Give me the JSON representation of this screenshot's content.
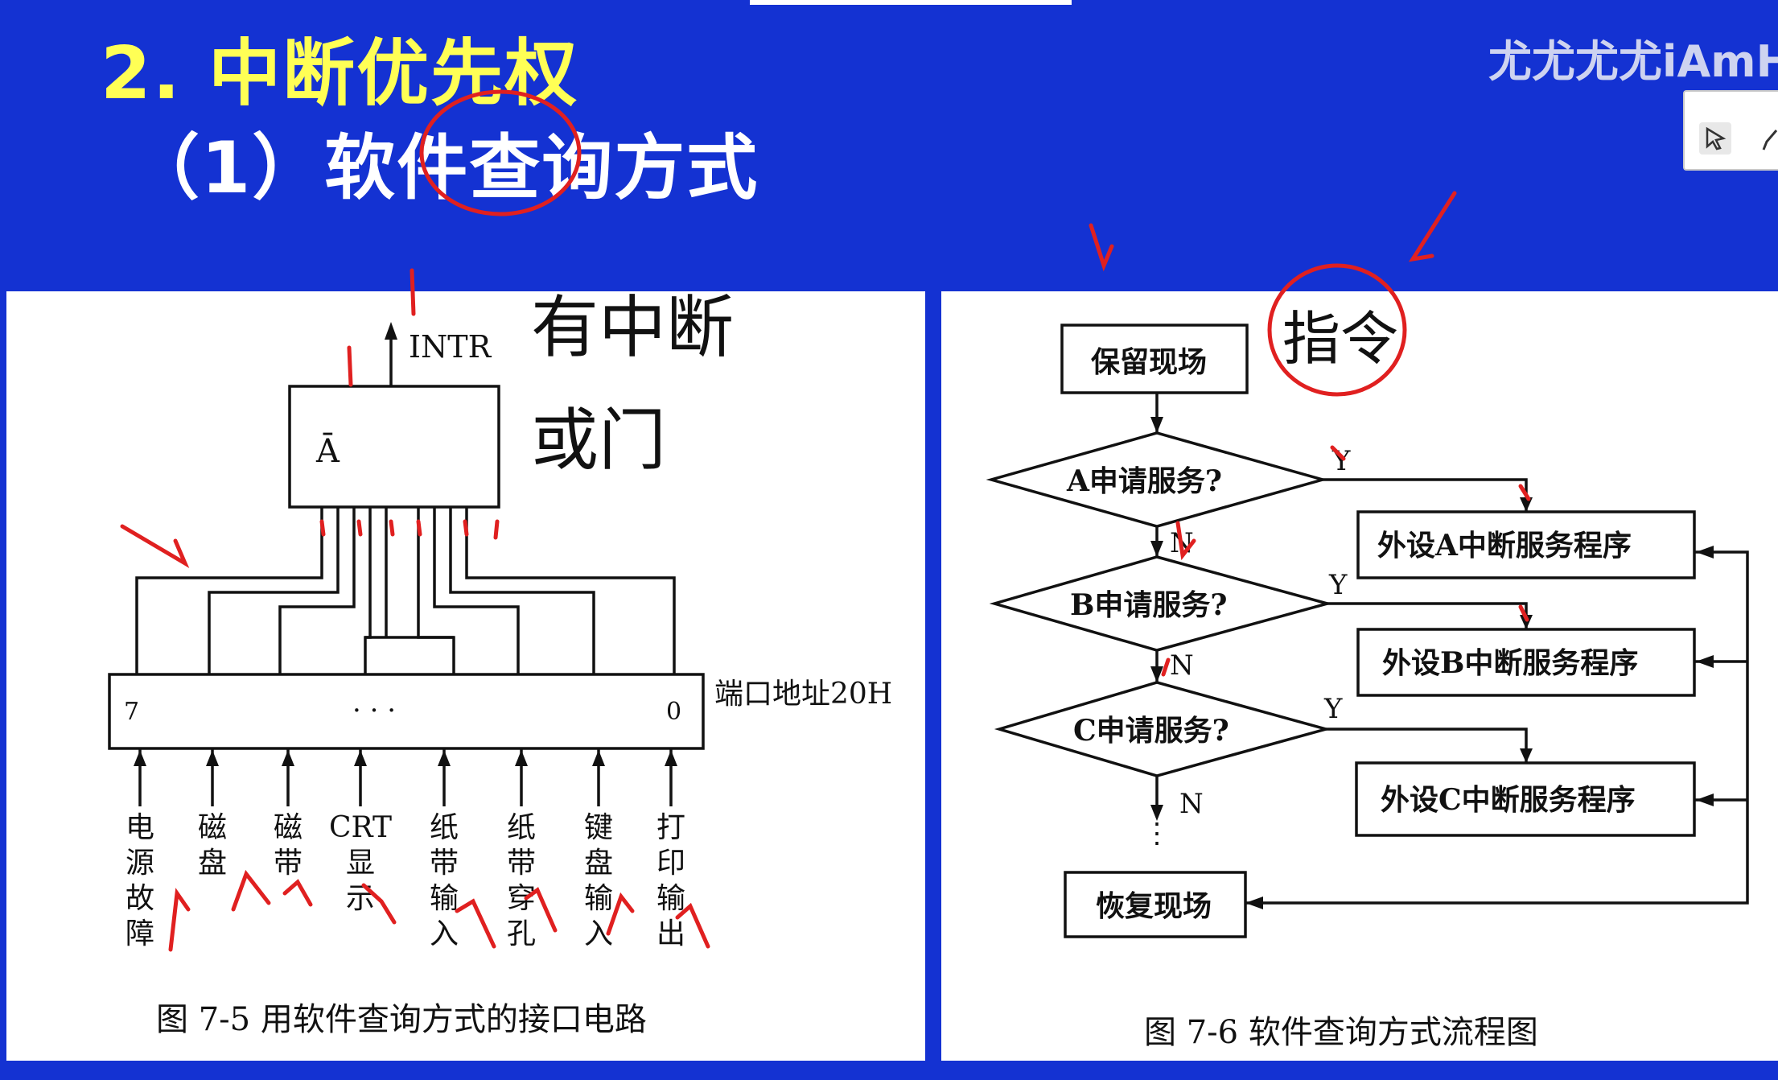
{
  "slide": {
    "heading": "2. 中断优先权",
    "subheading": "（1）软件查询方式",
    "watermark": "尤尤尤尤iAmH"
  },
  "circuit_figure": {
    "intr_label": "INTR",
    "gate_label": "Ā",
    "register_high_bit": "7",
    "register_dots": "· · ·",
    "register_low_bit": "0",
    "port_label": "端口地址20H",
    "inputs": [
      "电源故障",
      "磁盘",
      "磁带",
      "CRT显示",
      "纸带输入",
      "纸带穿孔",
      "键盘输入",
      "打印输出"
    ],
    "caption": "图 7-5   用软件查询方式的接口电路"
  },
  "flowchart_figure": {
    "start_box": "保留现场",
    "decisions": [
      "A申请服务?",
      "B申请服务?",
      "C申请服务?"
    ],
    "service_boxes": [
      "外设A中断服务程序",
      "外设B中断服务程序",
      "外设C中断服务程序"
    ],
    "yes_label": "Y",
    "no_label": "N",
    "end_box": "恢复现场",
    "caption": "图 7-6   软件查询方式流程图"
  },
  "handwritten_notes": {
    "note_or_gate_line1": "有中断",
    "note_or_gate_line2": "或门",
    "note_instruction": "指令"
  },
  "colors": {
    "background": "#1432d2",
    "heading": "#ffff55",
    "subheading": "#ffffff",
    "annotation_ink": "#e02020"
  },
  "icons": [
    "pointer-tool-icon",
    "pen-tool-icon"
  ]
}
